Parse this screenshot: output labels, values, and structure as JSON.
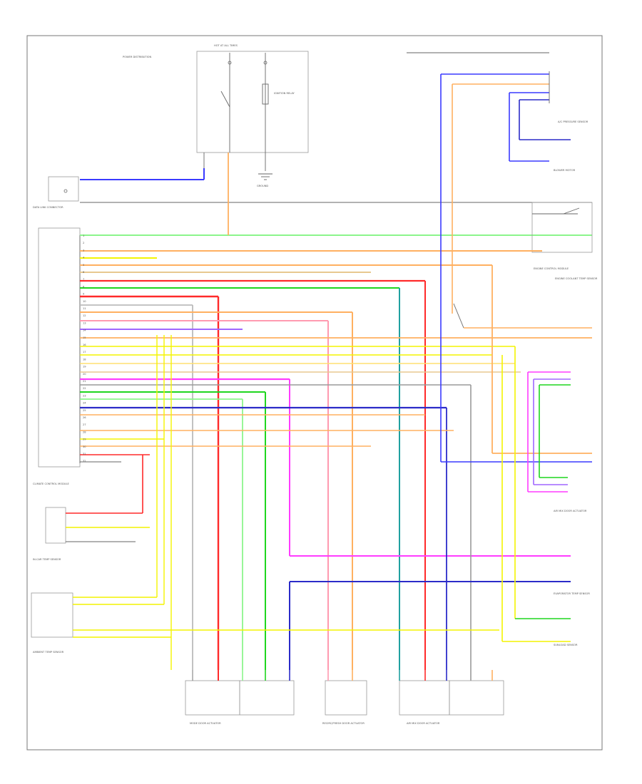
{
  "diagram": {
    "page_ref": "",
    "footer_ref": "",
    "components": {
      "power_dist": "POWER DISTRIBUTION",
      "hot_at_all_times": "HOT AT ALL TIMES",
      "ignition_relay": "IGNITION RELAY",
      "ground": "GROUND",
      "climate_control_module": "CLIMATE CONTROL MODULE",
      "ambient_sensor": "AMBIENT TEMP SENSOR",
      "in_car_sensor": "IN-CAR TEMP SENSOR",
      "evap_sensor": "EVAPORATOR TEMP SENSOR",
      "sunload_sensor": "SUNLOAD SENSOR",
      "coolant_sensor": "ENGINE COOLANT TEMP SENSOR",
      "ac_pressure_sensor": "A/C PRESSURE SENSOR",
      "blower_motor": "BLOWER MOTOR",
      "air_mix_actuator": "AIR MIX DOOR ACTUATOR",
      "mode_actuator": "MODE DOOR ACTUATOR",
      "recirc_actuator": "RECIRC/FRESH DOOR ACTUATOR",
      "data_link": "DATA LINK CONNECTOR",
      "ecm": "ENGINE CONTROL MODULE"
    },
    "wire_colors": {
      "blue": "#3a3aff",
      "yellow": "#f4f400",
      "orange": "#ffb060",
      "red": "#ff2a2a",
      "green": "#1fd61f",
      "light_green": "#8cf58c",
      "magenta": "#ff3cff",
      "violet": "#a066ff",
      "navy": "#2b2bc8",
      "gray": "#9a9a9a",
      "brown": "#b07030",
      "teal": "#20a0a0",
      "pink": "#ff9ab0",
      "tan": "#e8c890",
      "black": "#666666"
    },
    "pin_labels": [
      "1",
      "2",
      "3",
      "4",
      "5",
      "6",
      "7",
      "8",
      "9",
      "10",
      "11",
      "12",
      "13",
      "14",
      "15",
      "16",
      "17",
      "18",
      "19",
      "20",
      "21",
      "22",
      "23",
      "24",
      "25",
      "26",
      "27",
      "28",
      "29",
      "30",
      "31",
      "32"
    ]
  }
}
